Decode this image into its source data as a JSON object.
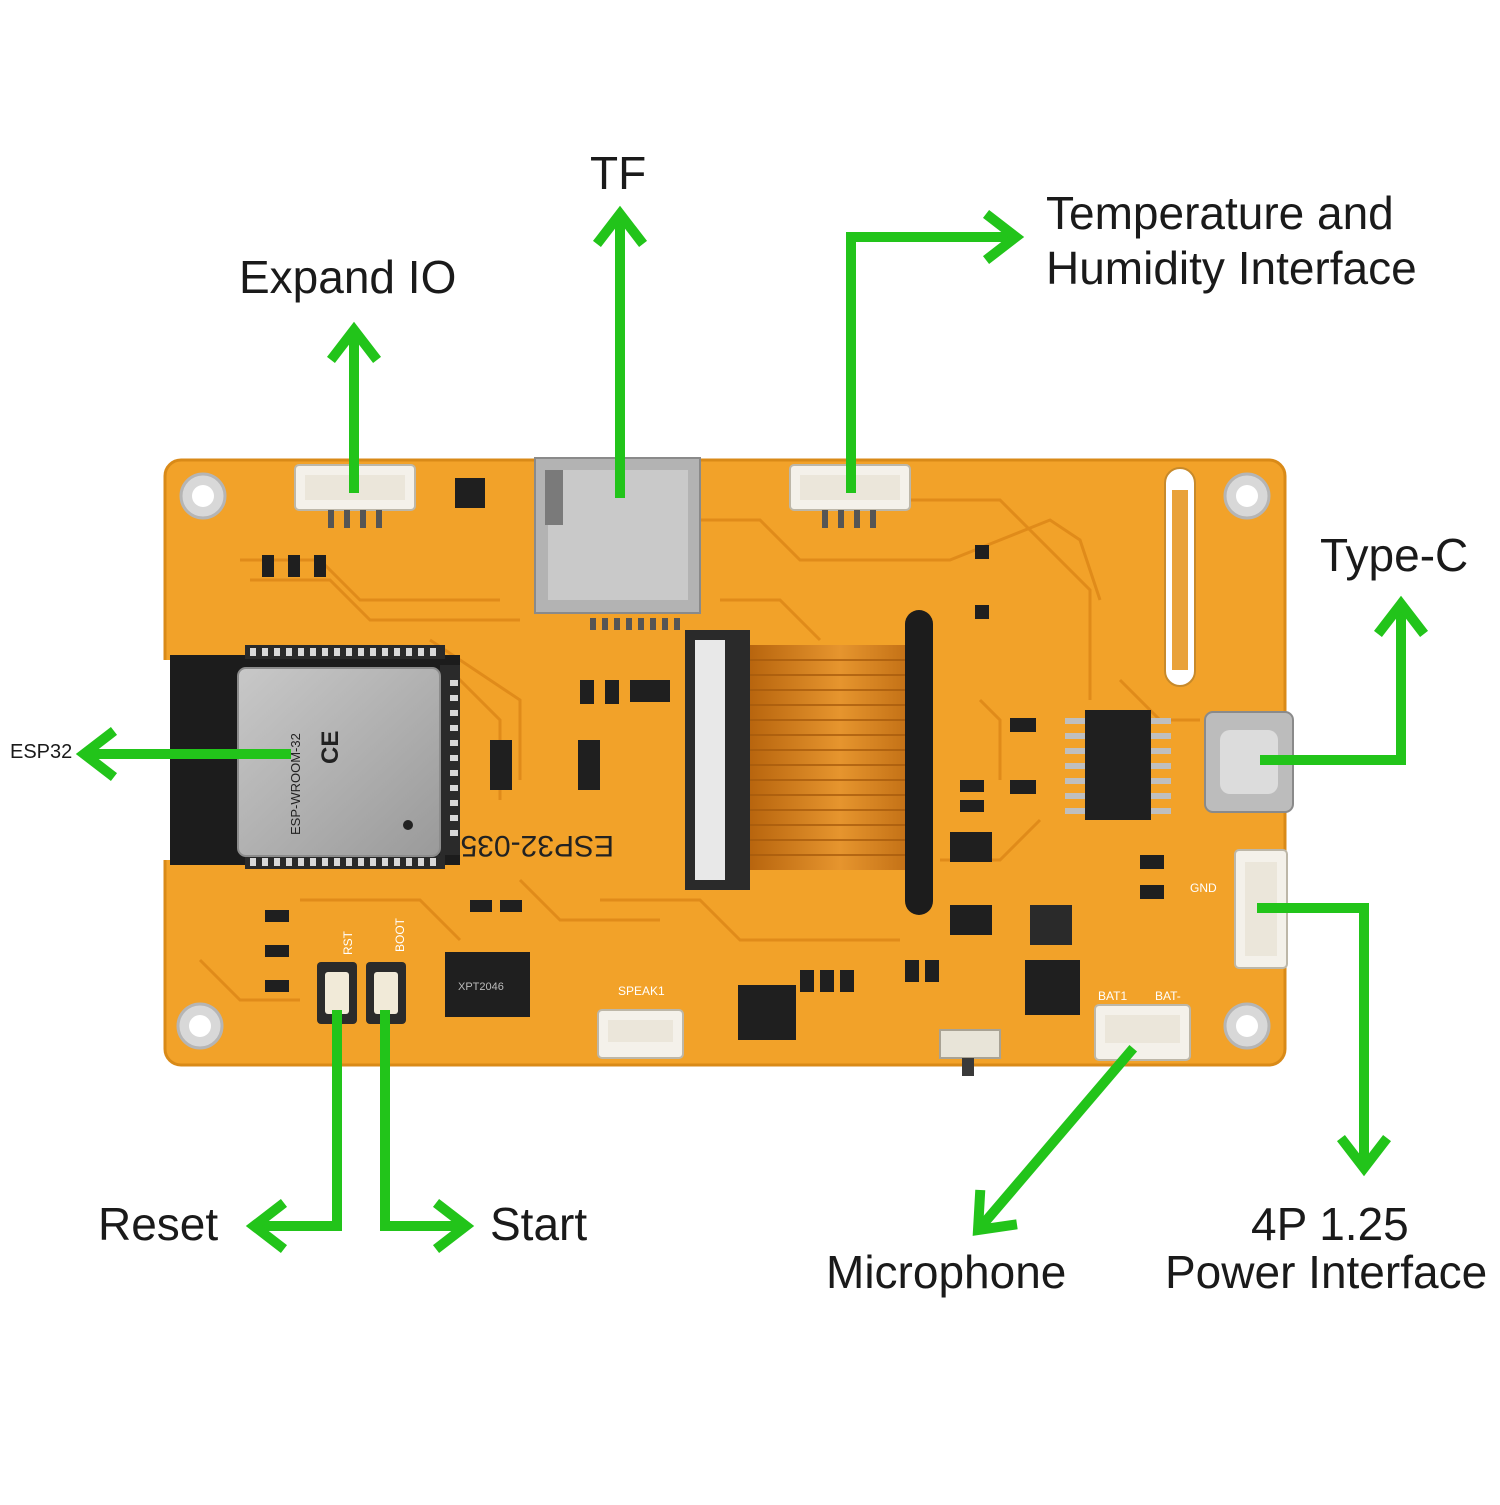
{
  "colors": {
    "board": "#f2a229",
    "trace": "#e8901c",
    "arrow": "#22c41a",
    "module_can": "#a9a9a9",
    "connector": "#f4f1ea",
    "cable": "#d7801c",
    "chip": "#1f1f1f"
  },
  "labels": {
    "tf": "TF",
    "expand_io": "Expand IO",
    "temp_line1": "Temperature and",
    "temp_line2": "Humidity Interface",
    "type_c": "Type-C",
    "esp32": "ESP32",
    "reset": "Reset",
    "start": "Start",
    "microphone": "Microphone",
    "power_line1": "4P 1.25",
    "power_line2": "Power Interface"
  },
  "board": {
    "silkscreen": "ESP32-035",
    "module_name": "ESP-WROOM-32",
    "module_cert": "CE",
    "rst": "RST",
    "boot": "BOOT",
    "speak": "SPEAK1",
    "bat_plus": "BAT1",
    "bat_minus": "BAT-",
    "gnd": "GND",
    "chip_xpt": "XPT2046"
  },
  "icons": {
    "arrows": "green-arrow-icon",
    "mount_holes": "mount-hole-icon"
  }
}
